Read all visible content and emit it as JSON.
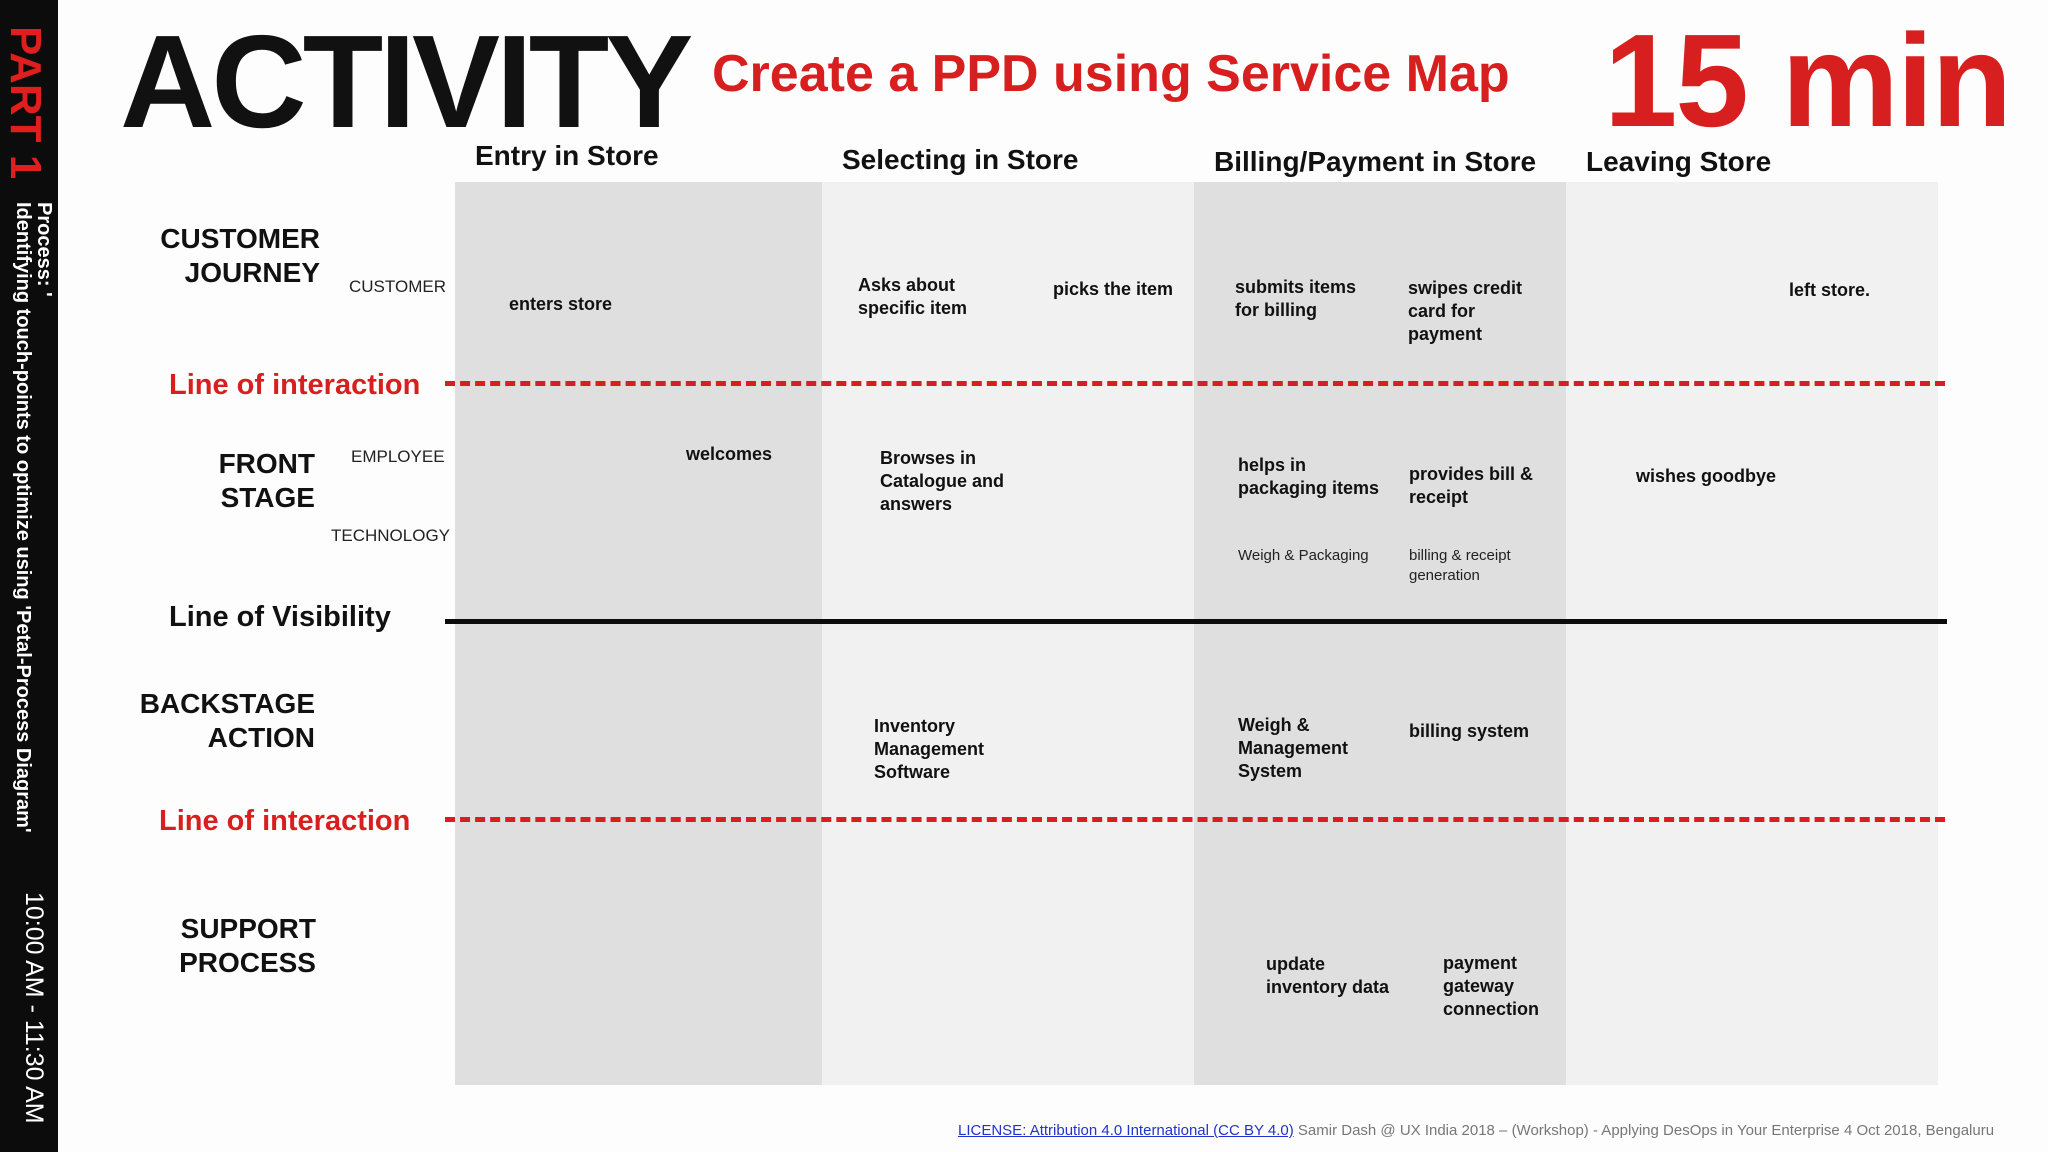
{
  "sidebar": {
    "part": "PART 1",
    "process_line1": "Process: '",
    "process_line2": "Identifying touch-points to optimize using 'Petal-Process Diagram'",
    "time": "10:00 AM - 11:30 AM"
  },
  "header": {
    "title": "ACTIVITY",
    "subtitle": "Create a PPD using Service Map",
    "duration": "15 min"
  },
  "columns": [
    "Entry in Store",
    "Selecting in Store",
    "Billing/Payment in Store",
    "Leaving Store"
  ],
  "rows": {
    "customer_journey": "CUSTOMER\nJOURNEY",
    "front_stage": "FRONT\nSTAGE",
    "backstage_action": "BACKSTAGE\nACTION",
    "support_process": "SUPPORT\nPROCESS"
  },
  "actors": {
    "customer": "CUSTOMER",
    "employee": "EMPLOYEE",
    "technology": "TECHNOLOGY"
  },
  "lines": {
    "interaction_top": "Line of interaction",
    "visibility": "Line of Visibility",
    "interaction_bottom": "Line of interaction"
  },
  "cells": {
    "enters_store": "enters store",
    "asks_item": "Asks about\nspecific item",
    "picks_item": "picks the item",
    "submits_items": "submits items\nfor billing",
    "swipes_card": "swipes credit\ncard for\npayment",
    "left_store": "left store.",
    "welcomes": "welcomes",
    "browses": "Browses in\nCatalogue and\nanswers",
    "helps_packaging": "helps in\npackaging items",
    "provides_bill": "provides bill &\nreceipt",
    "wishes_goodbye": "wishes goodbye",
    "weigh_packaging": "Weigh & Packaging",
    "billing_receipt_gen": "billing & receipt\ngeneration",
    "inventory_software": "Inventory\nManagement\nSoftware",
    "weigh_mgmt": "Weigh &\nManagement\nSystem",
    "billing_system": "billing system",
    "update_inventory": "update\ninventory data",
    "payment_gateway": "payment\ngateway\nconnection"
  },
  "footer": {
    "license": "LICENSE: Attribution 4.0 International (CC BY 4.0)",
    "credit": " Samir Dash @ UX India 2018 – (Workshop)  - Applying DesOps in Your Enterprise 4 Oct 2018, Bengaluru"
  }
}
